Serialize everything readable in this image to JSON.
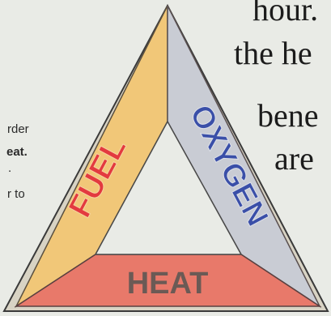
{
  "diagram": {
    "labels": {
      "fuel": "FUEL",
      "oxygen": "OXYGEN",
      "heat": "HEAT"
    },
    "colors": {
      "background": "#e9ebe6",
      "frame": "#d8d3c4",
      "fuel_side": "#f1c778",
      "oxygen_side": "#c9ccd4",
      "heat_side": "#e8796a",
      "fuel_text": "#e33a3f",
      "oxygen_text": "#3a4fa8",
      "heat_text": "#6b5a55",
      "outline": "#3a3a3a"
    }
  },
  "article_right": {
    "line1": "hour.",
    "line2": "the he",
    "line3": "bene",
    "line4": "are"
  },
  "article_left": {
    "line1": "rder",
    "line2": "eat.",
    "line3": ".",
    "line4": "r to"
  }
}
